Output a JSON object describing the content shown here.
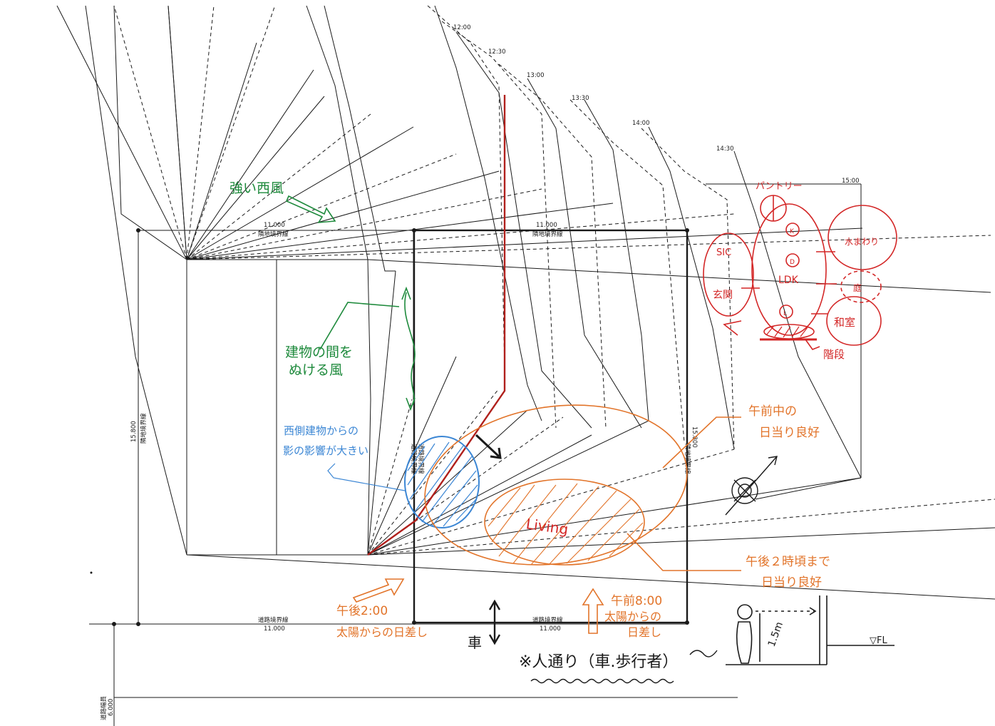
{
  "colors": {
    "ink": "#1a1a1a",
    "red": "#d32626",
    "dark_red": "#b0201c",
    "orange": "#e2742a",
    "green": "#1e8a3c",
    "blue": "#3b86d4"
  },
  "site": {
    "top_dim": "11.000",
    "top_boundary": "隣地境界線",
    "bottom_dim": "11.000",
    "bottom_boundary": "道路境界線",
    "right_dim": "15.800",
    "right_boundary": "隣地境界線",
    "left_road_label_1": "道路境界線",
    "left_road_label_2": "道路境界線"
  },
  "west_site": {
    "top_dim": "11.000",
    "top_boundary": "隣地境界線",
    "bottom_dim": "11.000",
    "bottom_boundary": "道路境界線",
    "left_dim": "15.800",
    "left_boundary": "隣地境界線"
  },
  "road": {
    "width_label": "道路幅員",
    "width_value": "6.000"
  },
  "shadow_times": [
    "12:00",
    "12:30",
    "13:00",
    "13:30",
    "14:00",
    "14:30",
    "15:00"
  ],
  "annotations": {
    "strong_wind": "強い西風",
    "wind_between_1": "建物の間を",
    "wind_between_2": "ぬける風",
    "west_shadow_1": "西側建物からの",
    "west_shadow_2": "影の影響が大きい",
    "morning_sun_1": "午前中の",
    "morning_sun_2": "日当り良好",
    "afternoon_sun_1": "午後２時頃まで",
    "afternoon_sun_2": "日当り良好",
    "living": "Living",
    "pm_sun_1": "午後2:00",
    "pm_sun_2": "太陽からの日差し",
    "am_sun_1": "午前8:00",
    "am_sun_2": "太陽からの",
    "am_sun_3": "日差し",
    "car": "車",
    "traffic": "※人通り（車.歩行者）",
    "height": "1.5m",
    "floor": "▽FL"
  },
  "zoning": {
    "pantry": "パントリー",
    "k": "K",
    "d": "D",
    "l": "L",
    "ldk": "LDK",
    "water": "水まわり",
    "garden": "庭",
    "washitsu": "和室",
    "sic": "SIC",
    "entrance": "玄関",
    "stairs": "階段"
  }
}
